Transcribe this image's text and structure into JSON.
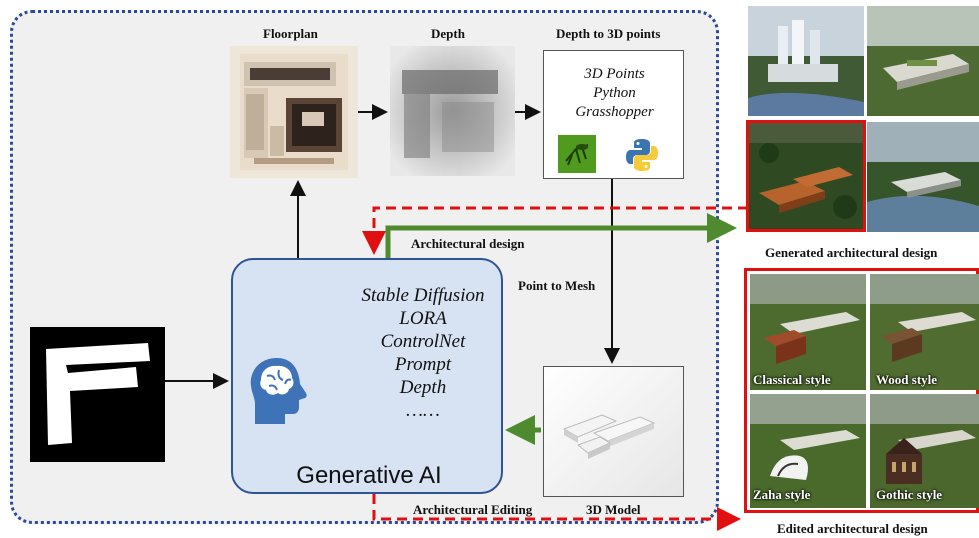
{
  "stages": {
    "floorplan": "Floorplan",
    "depth": "Depth",
    "points": "Depth to 3D points"
  },
  "points_box": {
    "items": [
      "3D Points",
      "Python",
      "Grasshopper"
    ]
  },
  "generative": {
    "items": [
      "Stable Diffusion",
      "LORA",
      "ControlNet",
      "Prompt",
      "Depth",
      "……"
    ],
    "title": "Generative AI"
  },
  "labels": {
    "arch_design": "Architectural design",
    "point_to_mesh": "Point to Mesh",
    "arch_editing": "Architectural Editing",
    "model": "3D Model"
  },
  "results": {
    "generated_caption": "Generated architectural design",
    "edited_caption": "Edited architectural design",
    "styles": [
      "Classical style",
      "Wood style",
      "Zaha style",
      "Gothic style"
    ]
  },
  "colors": {
    "frame": "#2b4a9a",
    "ai_box": "#d7e2f3",
    "highlight": "#e01010",
    "flow_arrow": "#4e8a2e"
  }
}
